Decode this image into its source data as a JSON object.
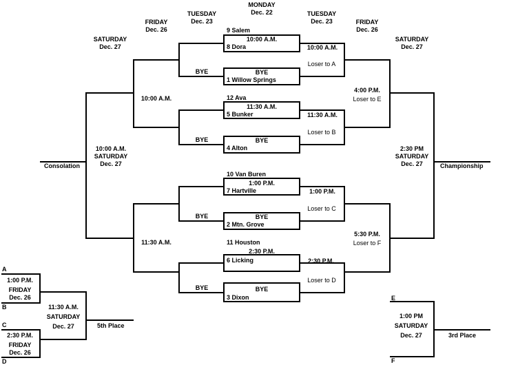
{
  "headers": {
    "monday": [
      "MONDAY",
      "Dec. 22"
    ],
    "tuesday_left": [
      "TUESDAY",
      "Dec. 23"
    ],
    "tuesday_right": [
      "TUESDAY",
      "Dec. 23"
    ],
    "friday_left": [
      "FRIDAY",
      "Dec. 26"
    ],
    "friday_right": [
      "FRIDAY",
      "Dec. 26"
    ],
    "saturday_left": [
      "SATURDAY",
      "Dec. 27"
    ],
    "saturday_right": [
      "SATURDAY",
      "Dec. 27"
    ]
  },
  "teams": {
    "salem": "9 Salem",
    "dora": "8 Dora",
    "willow_springs": "1 Willow Springs",
    "ava": "12 Ava",
    "bunker": "5 Bunker",
    "alton": "4 Alton",
    "van_buren": "10 Van Buren",
    "hartville": "7 Hartville",
    "mtn_grove": "2 Mtn. Grove",
    "houston": "11 Houston",
    "licking": "6 Licking",
    "dixon": "3 Dixon"
  },
  "round1": {
    "g1_time": "10:00 A.M.",
    "g2_time": "11:30 A.M.",
    "g3_time": "1:00 P.M.",
    "g4_time": "2:30 P.M.",
    "bye": "BYE"
  },
  "quarterfinals": {
    "g1_time": "10:00 A.M.",
    "g2_time": "11:30 A.M.",
    "g3_time": "1:00 P.M.",
    "g4_time": "2:30 P.M.",
    "loser_a": "Loser to A",
    "loser_b": "Loser to B",
    "loser_c": "Loser to C",
    "loser_d": "Loser to D"
  },
  "semifinals": {
    "top_time": "4:00 P.M.",
    "top_loser": "Loser to E",
    "bottom_time": "5:30 P.M.",
    "bottom_loser": "Loser to F"
  },
  "consolation_bracket": {
    "top_time": "10:00 A.M.",
    "bottom_time": "11:30 A.M.",
    "final_lines": [
      "10:00 A.M.",
      "SATURDAY",
      "Dec. 27"
    ],
    "label": "Consolation"
  },
  "championship": {
    "lines": [
      "2:30 PM",
      "SATURDAY",
      "Dec. 27"
    ],
    "label": "Championship"
  },
  "fifth_place": {
    "label_a": "A",
    "label_b": "B",
    "label_c": "C",
    "label_d": "D",
    "game1_lines": [
      "1:00 P.M.",
      "FRIDAY",
      "Dec. 26"
    ],
    "game2_lines": [
      "2:30 P.M.",
      "FRIDAY",
      "Dec. 26"
    ],
    "final_lines": [
      "11:30 A.M.",
      "SATURDAY",
      "Dec. 27"
    ],
    "label": "5th Place"
  },
  "third_place": {
    "label_e": "E",
    "label_f": "F",
    "lines": [
      "1:00 PM",
      "SATURDAY",
      "Dec. 27"
    ],
    "label": "3rd Place"
  }
}
